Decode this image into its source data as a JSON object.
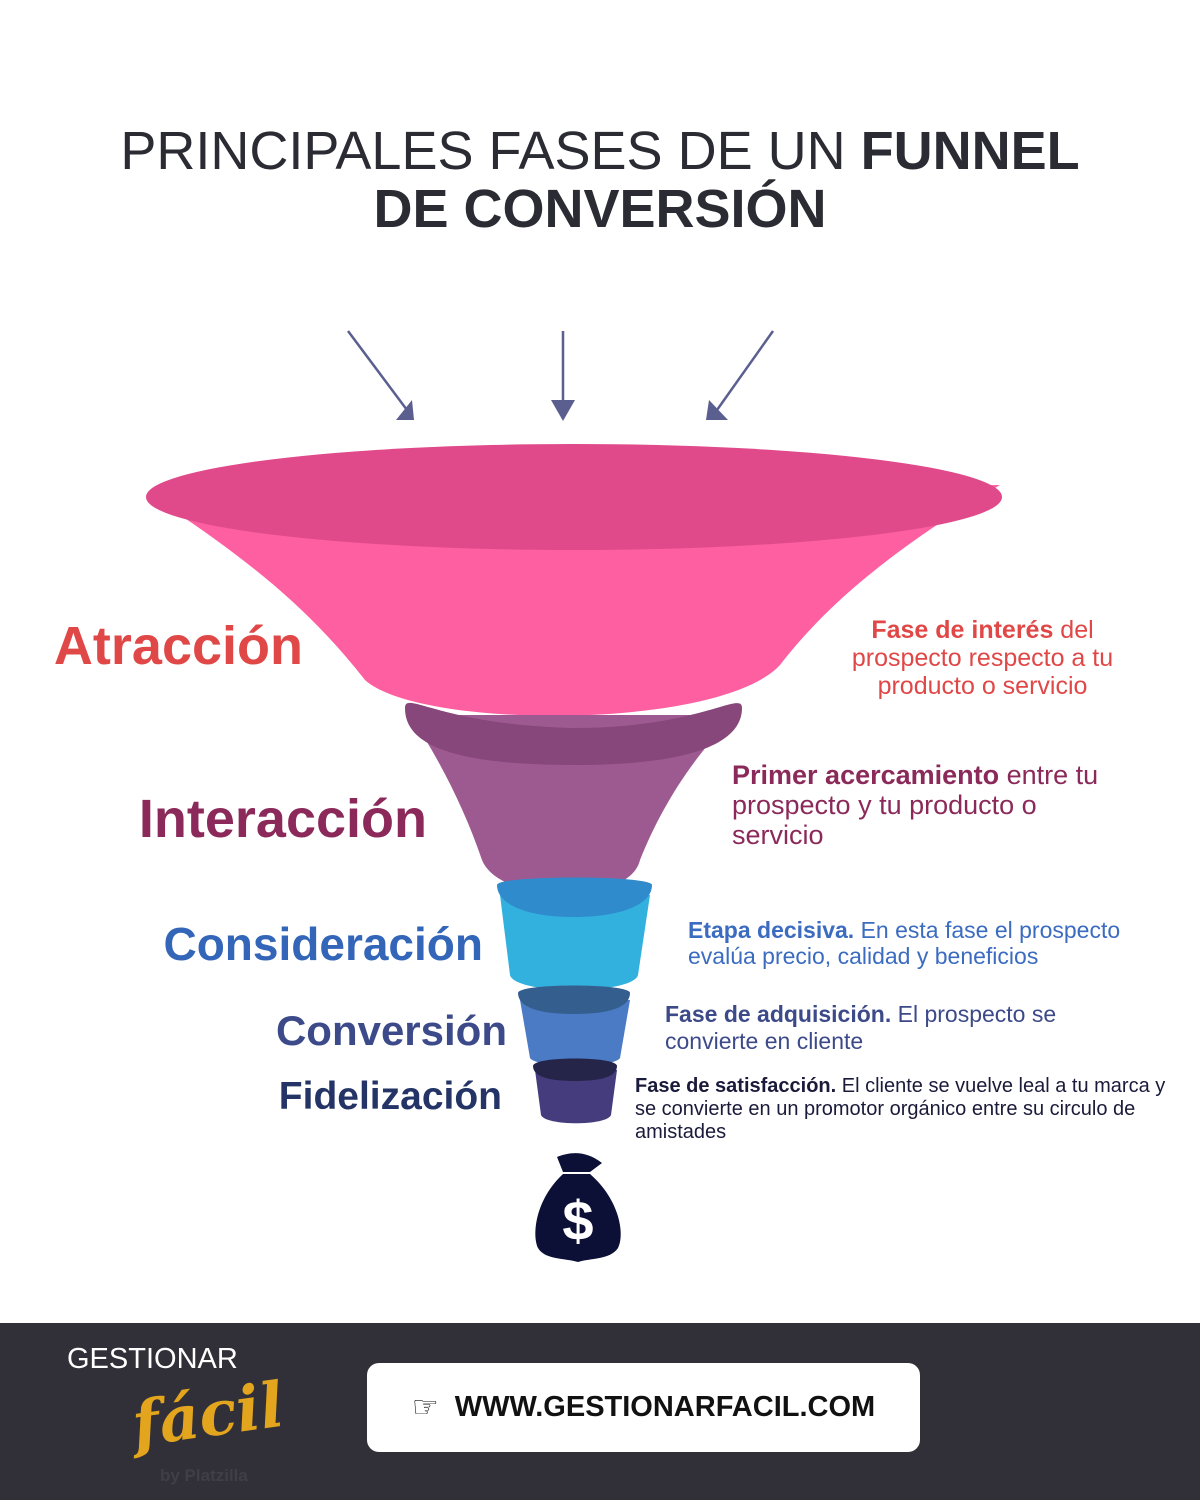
{
  "title": {
    "regular": "PRINCIPALES FASES DE UN ",
    "bold1": "FUNNEL",
    "bold2": "DE CONVERSIÓN"
  },
  "stages": [
    {
      "name": "Atracción",
      "desc_bold": "Fase de interés",
      "desc_rest": " del prospecto respecto a tu producto o servicio",
      "color": "#e04848"
    },
    {
      "name": "Interacción",
      "desc_bold": "Primer acercamiento",
      "desc_rest": " entre tu prospecto y tu producto o servicio",
      "color": "#8b2a5a"
    },
    {
      "name": "Consideración",
      "desc_bold": "Etapa decisiva.",
      "desc_rest": " En esta fase el prospecto evalúa precio, calidad y beneficios",
      "color": "#3366b8"
    },
    {
      "name": "Conversión",
      "desc_bold": "Fase de adquisición.",
      "desc_rest": " El prospecto se convierte en cliente",
      "color": "#3d4a8a"
    },
    {
      "name": "Fidelización",
      "desc_bold": "Fase de satisfacción.",
      "desc_rest": " El cliente se vuelve leal a tu marca y se convierte en un promotor orgánico entre su circulo de amistades",
      "color": "#253466"
    }
  ],
  "footer": {
    "logo_top": "GESTIONAR",
    "logo_script": "fácil",
    "logo_by": "by Platzilla",
    "url": "WWW.GESTIONARFACIL.COM",
    "url_icon": "pointing-hand-icon",
    "background": "#312f38",
    "logo_color": "#e3a51d"
  },
  "icons": {
    "arrows": "arrow-down-icon",
    "bottom": "money-bag-icon"
  }
}
